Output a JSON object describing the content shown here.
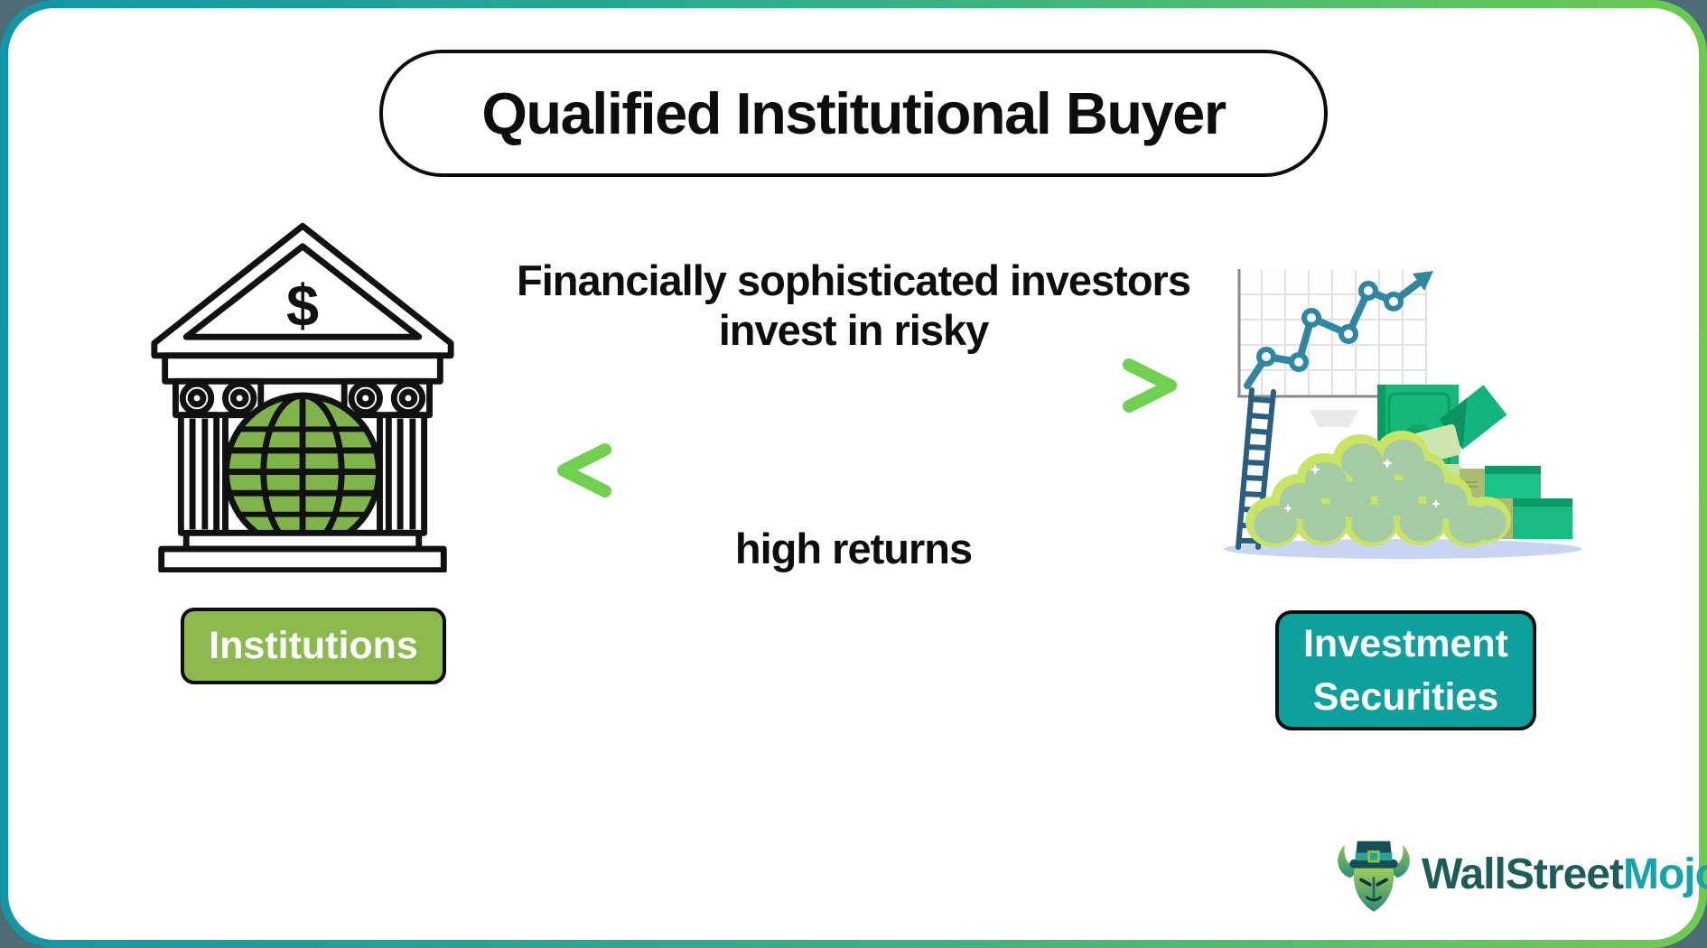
{
  "title": {
    "text": "Qualified Institutional Buyer"
  },
  "left": {
    "icon": "bank-globe-icon",
    "label": "Institutions",
    "label_bg": "#8CB94E"
  },
  "flow": {
    "line1": "Financially sophisticated investors",
    "line2": "invest in risky",
    "bottom": "high returns",
    "arrow_teal": "#1593A8",
    "arrow_green": "#6FD14F"
  },
  "right": {
    "icon": "growth-chart-money-illustration",
    "label_line1": "Investment",
    "label_line2": "Securities",
    "label_bg": "#0DA09C"
  },
  "logo": {
    "part1": "WallStreet",
    "part2": "Mojo",
    "part1_color": "#1E5C59",
    "part2_color": "#17A3A8",
    "icon": "bull-mascot-icon"
  },
  "frame": {
    "border_gradient_start": "#1295A6",
    "border_gradient_end": "#6FCB4F",
    "background": "#FFFFFF",
    "outside_color": "#4E6B78"
  }
}
